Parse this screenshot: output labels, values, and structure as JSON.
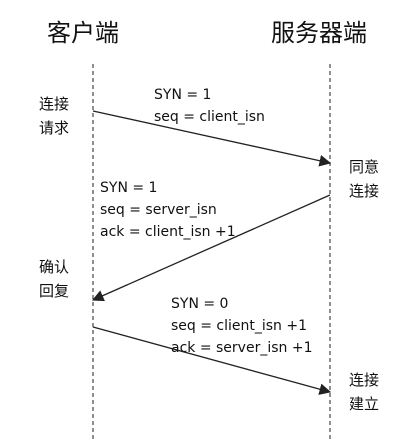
{
  "client": {
    "title": "客户端"
  },
  "server": {
    "title": "服务器端"
  },
  "steps": [
    {
      "id": "syn",
      "client_label": [
        "连接",
        "请求"
      ],
      "server_label": [
        "同意",
        "连接"
      ],
      "message": [
        "SYN = 1",
        "seq = client_isn"
      ],
      "direction": "client-to-server"
    },
    {
      "id": "syn-ack",
      "client_label": [
        "确认",
        "回复"
      ],
      "server_label": [],
      "message": [
        "SYN = 1",
        "seq = server_isn",
        "ack = client_isn +1"
      ],
      "direction": "server-to-client"
    },
    {
      "id": "ack",
      "client_label": [],
      "server_label": [
        "连接",
        "建立"
      ],
      "message": [
        "SYN = 0",
        "seq = client_isn +1",
        "ack = server_isn +1"
      ],
      "direction": "client-to-server"
    }
  ],
  "colors": {
    "line": "#222222",
    "text": "#111111",
    "background": "#ffffff"
  }
}
